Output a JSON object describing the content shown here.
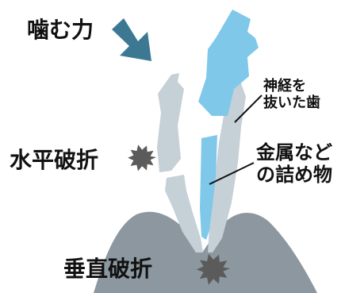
{
  "labels": {
    "bite_force": "噛む力",
    "horizontal_fracture": "水平破折",
    "vertical_fracture": "垂直破折",
    "devitalized_tooth_line1": "神経を",
    "devitalized_tooth_line2": "抜いた歯",
    "metal_filling_line1": "金属など",
    "metal_filling_line2": "の詰め物"
  },
  "colors": {
    "arrow": "#3d7893",
    "bone": "#8c979f",
    "tooth": "#c5d0d7",
    "filling": "#7fc8ea",
    "fracture_mark": "#5b5b5b",
    "text": "#111111"
  },
  "icons": [
    "arrow-icon",
    "fracture-burst-icon",
    "leader-line"
  ]
}
